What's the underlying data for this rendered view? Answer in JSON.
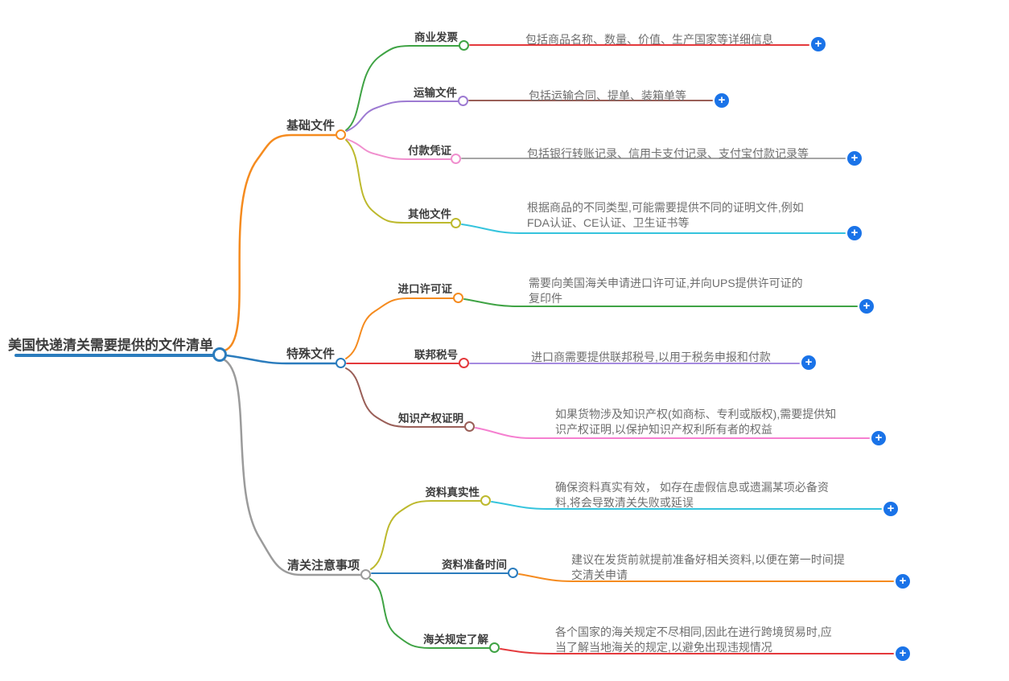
{
  "root": {
    "label": "美国快递清关需要提供的文件清单"
  },
  "branches": [
    {
      "label": "基础文件",
      "children": [
        {
          "label": "商业发票",
          "desc": "包括商品名称、数量、价值、生产国家等详细信息"
        },
        {
          "label": "运输文件",
          "desc": "包括运输合同、提单、装箱单等"
        },
        {
          "label": "付款凭证",
          "desc": "包括银行转账记录、信用卡支付记录、支付宝付款记录等"
        },
        {
          "label": "其他文件",
          "desc": "根据商品的不同类型,可能需要提供不同的证明文件,例如\nFDA认证、CE认证、卫生证书等"
        }
      ]
    },
    {
      "label": "特殊文件",
      "children": [
        {
          "label": "进口许可证",
          "desc": "需要向美国海关申请进口许可证,并向UPS提供许可证的\n复印件"
        },
        {
          "label": "联邦税号",
          "desc": "进口商需要提供联邦税号,以用于税务申报和付款"
        },
        {
          "label": "知识产权证明",
          "desc": "如果货物涉及知识产权(如商标、专利或版权),需要提供知\n识产权证明,以保护知识产权利所有者的权益"
        }
      ]
    },
    {
      "label": "清关注意事项",
      "children": [
        {
          "label": "资料真实性",
          "desc": "确保资料真实有效， 如存在虚假信息或遗漏某项必备资\n料,将会导致清关失败或延误"
        },
        {
          "label": "资料准备时间",
          "desc": "建议在发货前就提前准备好相关资料,以便在第一时间提\n交清关申请"
        },
        {
          "label": "海关规定了解",
          "desc": "各个国家的海关规定不尽相同,因此在进行跨境贸易时,应\n当了解当地海关的规定,以避免出现违规情况"
        }
      ]
    }
  ],
  "ui": {
    "plus_glyph": "+"
  },
  "colors": {
    "root_blue": "#2b7cbd",
    "orange": "#f58b1f",
    "gray_branch": "#9b9b9b",
    "green": "#3fa344",
    "purple": "#9d7ad2",
    "pink": "#f08fce",
    "olive": "#bdb92d",
    "red": "#e4393c",
    "brown": "#9a5f58",
    "cyan": "#35c4dd",
    "lavender": "#a58ae0",
    "desc_pink": "#f57fd0",
    "desc_gray": "#a6a6a6",
    "plus_button": "#1a73e8",
    "label_text": "#3d3d3d",
    "desc_text": "#6e6e6e"
  }
}
